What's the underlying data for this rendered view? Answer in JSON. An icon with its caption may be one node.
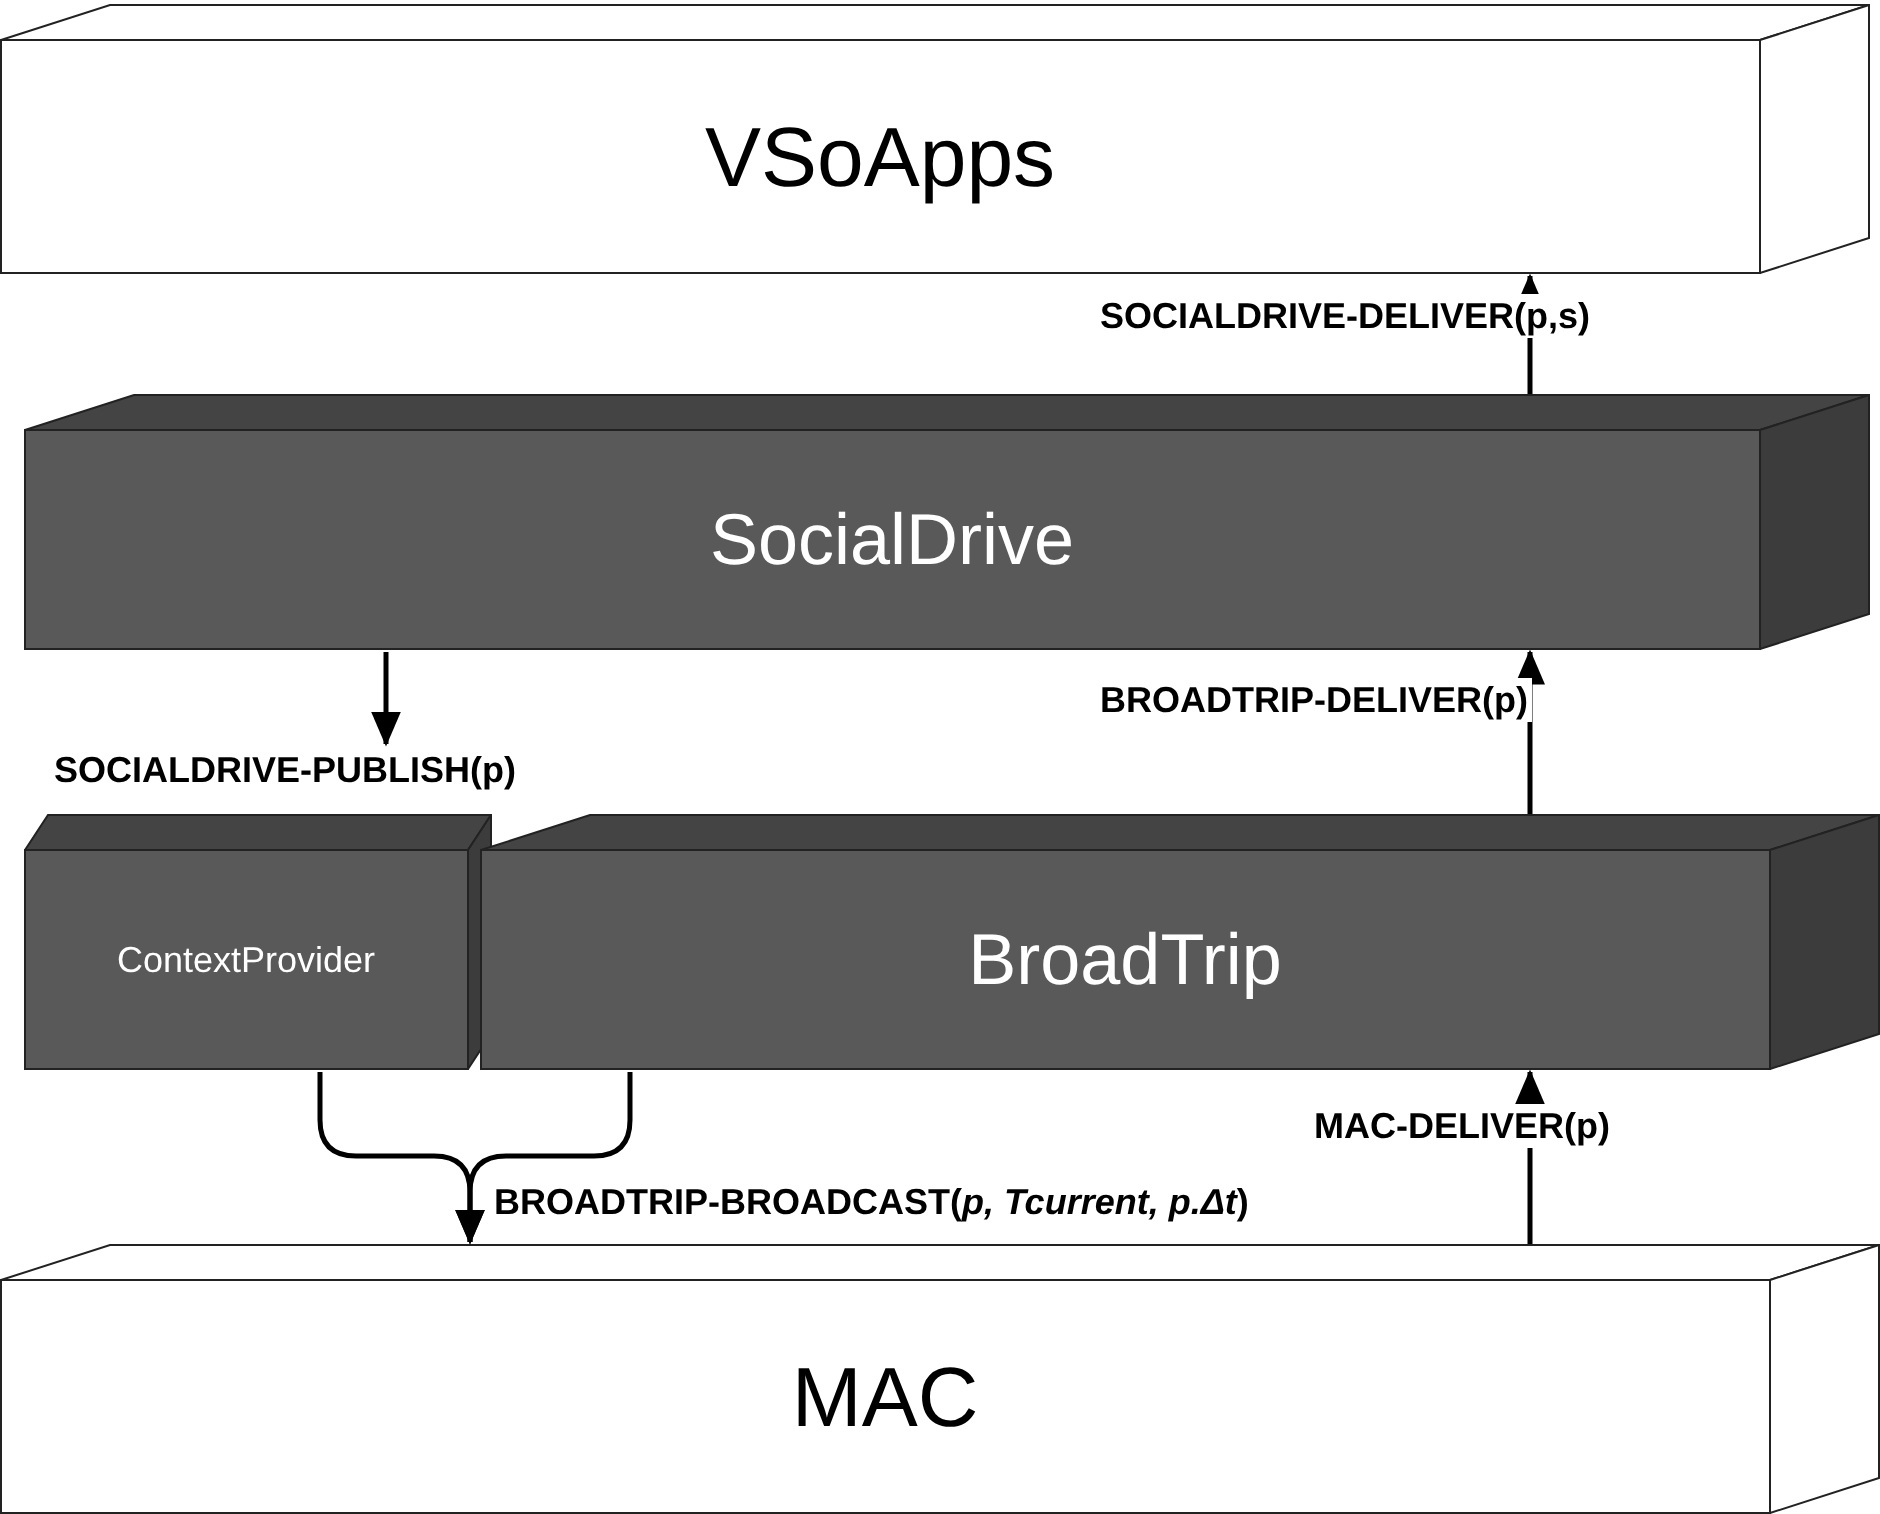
{
  "diagram": {
    "nodes": [
      {
        "text": [
          "VSoApps"
        ]
      },
      {
        "text": [
          "SocialDrive"
        ]
      },
      {
        "text": [
          "ContextProvider"
        ]
      },
      {
        "text": [
          "BroadTrip"
        ]
      },
      {
        "text": [
          "MAC"
        ]
      }
    ],
    "edges": [
      {
        "from": 1,
        "to": 0,
        "arrow": "to",
        "label": "SOCIALDRIVE-DELIVER(p,s)"
      },
      {
        "from": 3,
        "to": 1,
        "arrow": "to",
        "label": "BROADTRIP-DELIVER(p)"
      },
      {
        "from": 4,
        "to": 3,
        "arrow": "to",
        "label": "MAC-DELIVER(p)"
      },
      {
        "from": 1,
        "to": null,
        "arrow": "to",
        "label": "SOCIALDRIVE-PUBLISH(p)"
      },
      {
        "from": 2,
        "to": 4,
        "arrow": "to",
        "label": "BROADTRIP-BROADCAST(*p, Tcurrent, p.Δt*)"
      },
      {
        "from": 3,
        "to": 4,
        "arrow": "to"
      }
    ]
  }
}
